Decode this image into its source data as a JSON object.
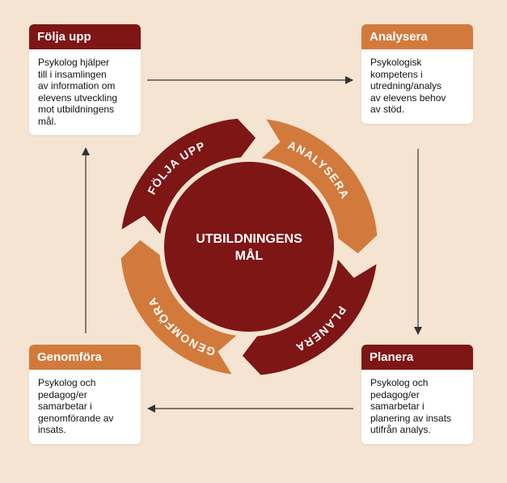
{
  "colors": {
    "background": "#f4e4d1",
    "dark_red": "#7e1616",
    "orange": "#d27a3c",
    "text": "#111111",
    "arrow": "#333333"
  },
  "steps": {
    "folja_upp": {
      "title": "Följa upp",
      "text": "Psykolog hjälper\ntill i insamlingen\nav information om\nelevens utveckling\nmot utbildningens\nmål."
    },
    "analysera": {
      "title": "Analysera",
      "text": "Psykologisk\nkompetens i\nutredning/analys\nav elevens behov\nav stöd."
    },
    "planera": {
      "title": "Planera",
      "text": "Psykolog och\npedagog/er\nsamarbetar i\nplanering av insats\nutifrån analys."
    },
    "genomfora": {
      "title": "Genomföra",
      "text": "Psykolog och\npedagog/er\nsamarbetar i\ngenomförande av\ninsats."
    }
  },
  "cycle": {
    "center_line1": "UTBILDNINGENS",
    "center_line2": "MÅL",
    "segments": {
      "folja_upp": "FÖLJA UPP",
      "analysera": "ANALYSERA",
      "planera": "PLANERA",
      "genomfora": "GENOMFÖRA"
    }
  }
}
